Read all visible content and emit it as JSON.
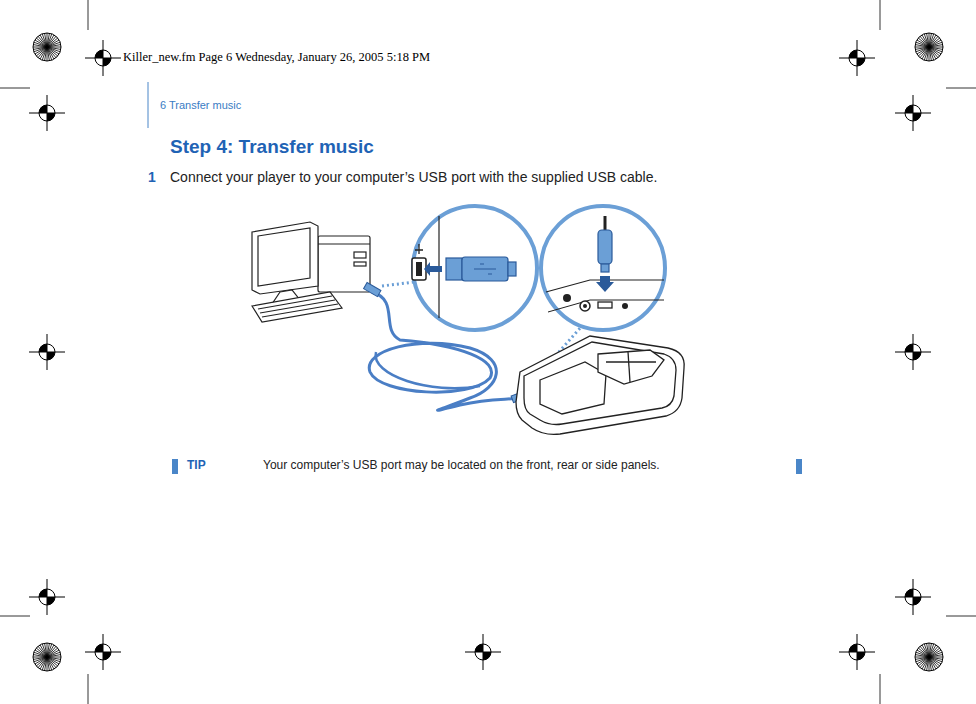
{
  "diagram": {
    "title": "Step 4:  Transfer music",
    "labels": [
      "Killer_new.fm  Page 6  Wednesday, January 26, 2005  5:18 PM",
      "6  Transfer music",
      "1",
      "Connect your player to your computer’s USB port with the supplied USB cable.",
      "TIP",
      "Your computer’s USB port may be located on the front, rear or side panels."
    ]
  }
}
